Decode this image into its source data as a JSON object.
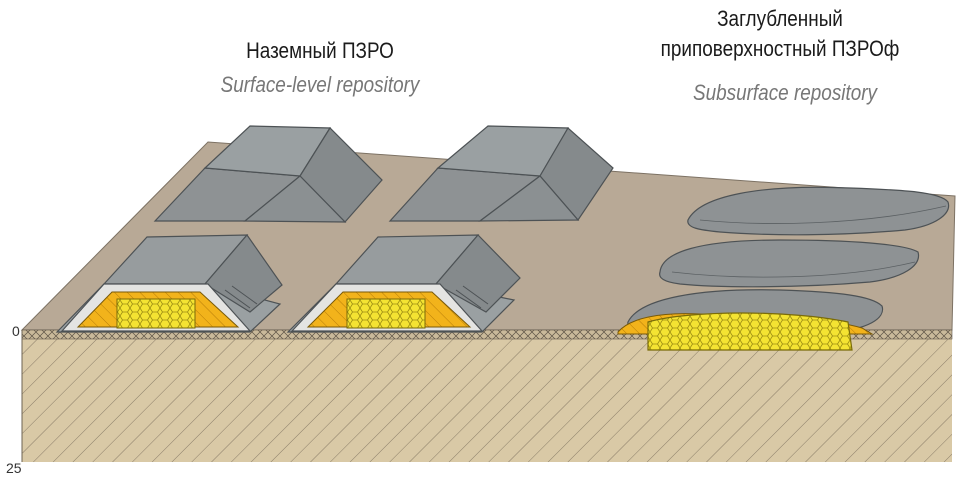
{
  "surface": {
    "title": "Наземный ПЗРО",
    "subtitle": "Surface-level repository"
  },
  "subsurface": {
    "title_line1": "Заглубленный",
    "title_line2": "приповерхностный ПЗРОф",
    "subtitle": "Subsurface repository"
  },
  "depth_axis": {
    "zero_label": "0",
    "bottom_label": "25"
  },
  "colors": {
    "ground_surface": "#b8a996",
    "soil": "#d9c9a6",
    "module_gray": "#8e9294",
    "waste_yellow": "#f2b31b",
    "waste_core": "#f4e332"
  }
}
